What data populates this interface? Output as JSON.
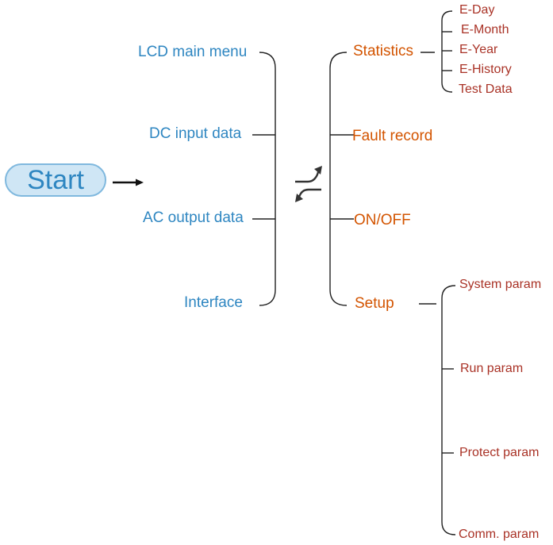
{
  "start": {
    "label": "Start"
  },
  "menu": {
    "items": [
      {
        "label": "LCD main menu"
      },
      {
        "label": "DC input data"
      },
      {
        "label": "AC output data"
      },
      {
        "label": "Interface"
      }
    ]
  },
  "submenu": {
    "items": [
      {
        "label": "Statistics"
      },
      {
        "label": "Fault record"
      },
      {
        "label": "ON/OFF"
      },
      {
        "label": "Setup"
      }
    ]
  },
  "statistics": {
    "items": [
      {
        "label": "E-Day"
      },
      {
        "label": "E-Month"
      },
      {
        "label": "E-Year"
      },
      {
        "label": "E-History"
      },
      {
        "label": "Test Data"
      }
    ]
  },
  "setup": {
    "items": [
      {
        "label": "System param"
      },
      {
        "label": "Run param"
      },
      {
        "label": "Protect param"
      },
      {
        "label": "Comm. param"
      }
    ]
  },
  "icons": {
    "arrow": "right-arrow-icon",
    "switch": "switch-arrows-icon"
  },
  "colors": {
    "menu": "#2e86c1",
    "submenu": "#d35400",
    "params": "#a93226",
    "start_fill": "#cfe6f5",
    "start_border": "#7fb8de",
    "lines": "#222222"
  }
}
